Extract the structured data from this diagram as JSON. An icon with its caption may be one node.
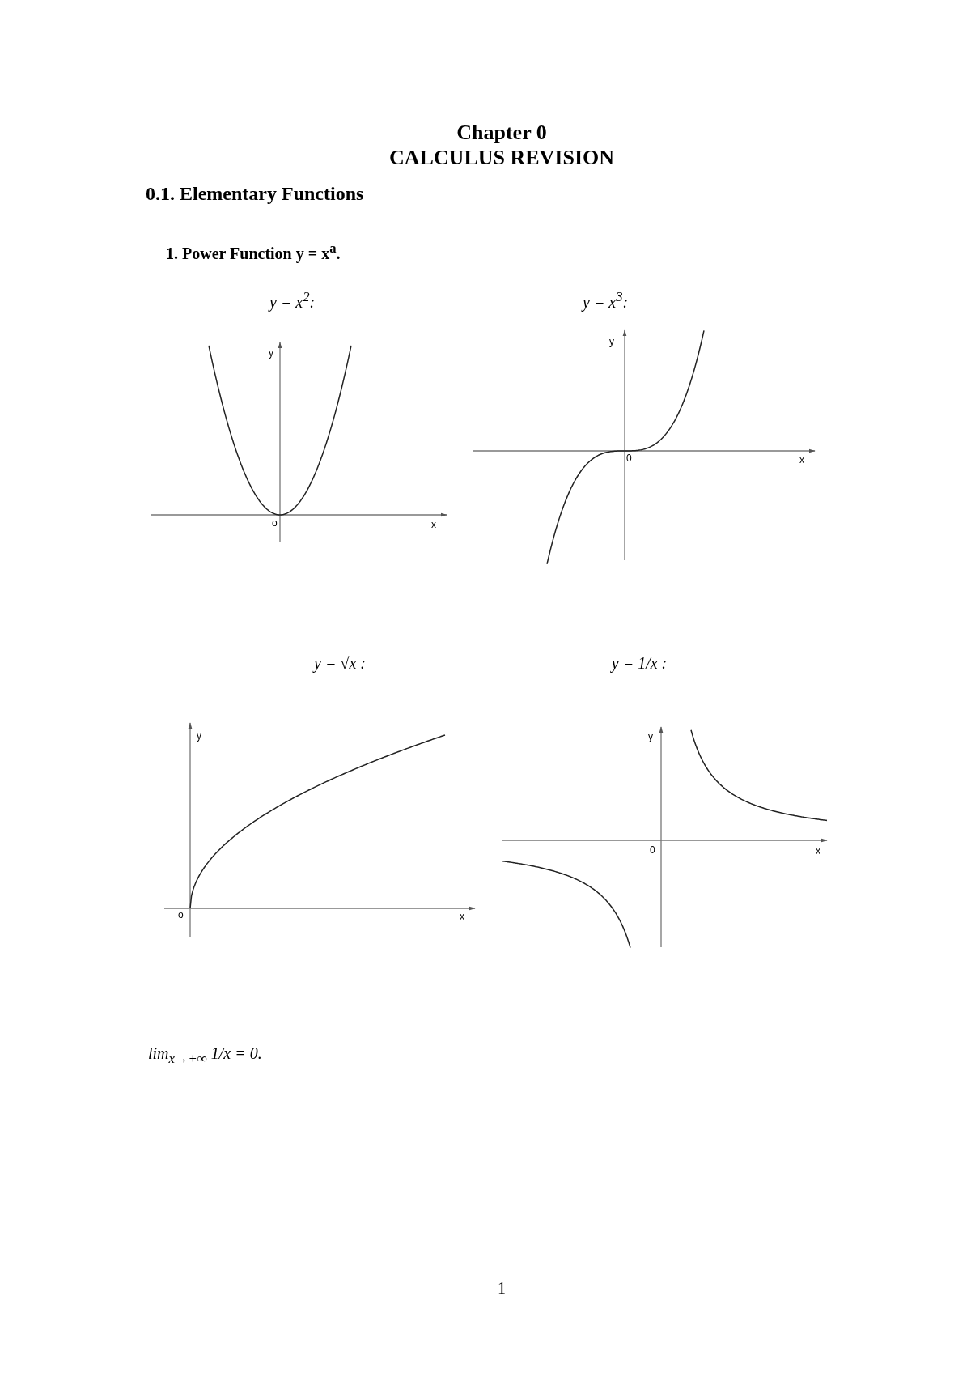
{
  "diagram": {
    "title": "Chapter 0",
    "labels": [
      "CALCULUS REVISION",
      "0.1. Elementary Functions",
      "1. Power Function  y = x$^{a}$.",
      "y = x$^{2}$:",
      "y = x$^{3}$:",
      "y",
      "o",
      "x",
      "y",
      "0",
      "x",
      "y = √x :",
      "y = 1/x :",
      "y",
      "o",
      "x",
      "y",
      "0",
      "x",
      "lim$_{x→+∞}$ 1/x = 0.",
      "1"
    ]
  }
}
